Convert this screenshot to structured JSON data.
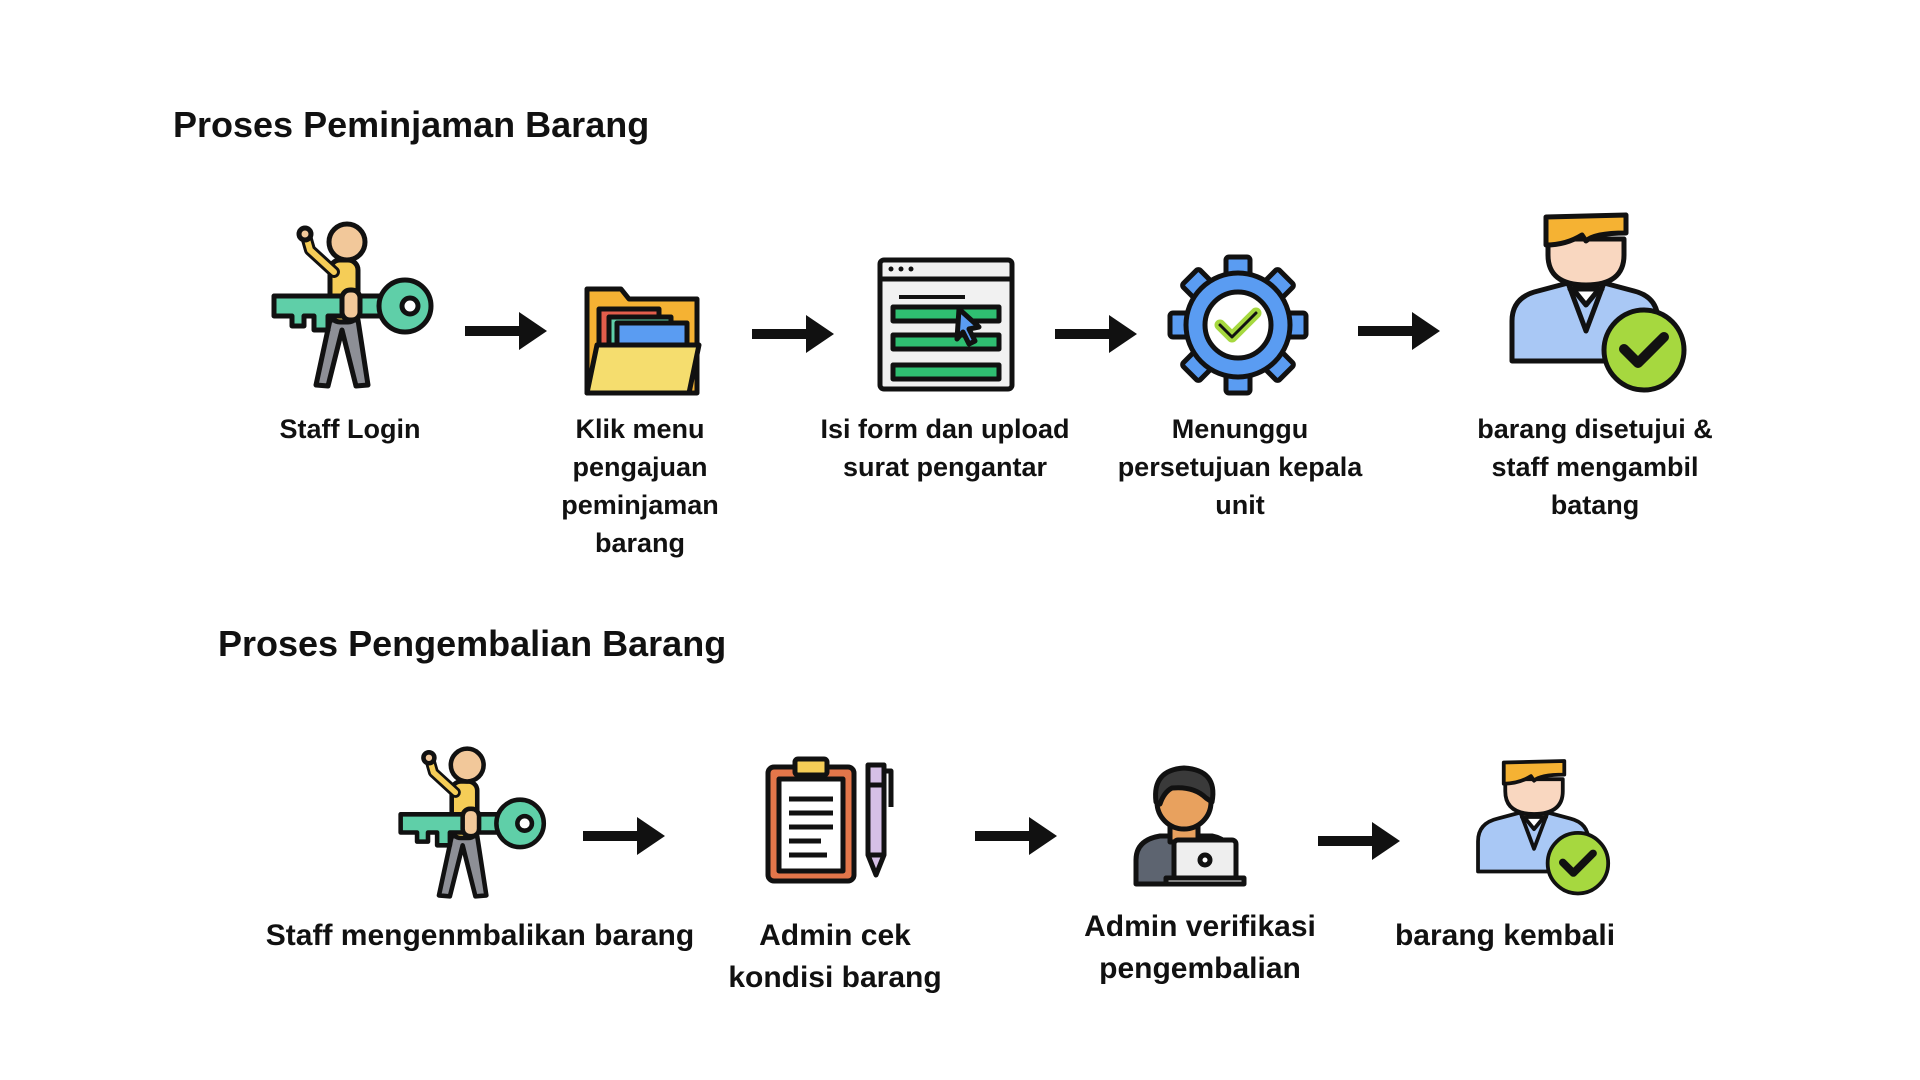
{
  "sections": {
    "borrow": {
      "title": "Proses Peminjaman Barang",
      "steps": [
        {
          "icon": "staff-key-icon",
          "label": "Staff Login"
        },
        {
          "icon": "folder-icon",
          "label": "Klik menu\npengajuan\npeminjaman\nbarang"
        },
        {
          "icon": "web-form-icon",
          "label": "Isi form dan upload\nsurat pengantar"
        },
        {
          "icon": "gear-check-icon",
          "label": "Menunggu\npersetujuan kepala\nunit"
        },
        {
          "icon": "approved-user-icon",
          "label": "barang disetujui &\nstaff mengambil\nbatang"
        }
      ]
    },
    "return": {
      "title": "Proses Pengembalian Barang",
      "steps": [
        {
          "icon": "staff-key-icon",
          "label": "Staff  mengenmbalikan barang"
        },
        {
          "icon": "clipboard-pen-icon",
          "label": "Admin cek\nkondisi barang"
        },
        {
          "icon": "admin-laptop-icon",
          "label": "Admin verifikasi\npengembalian"
        },
        {
          "icon": "approved-user-icon",
          "label": "barang kembali"
        }
      ]
    }
  },
  "colors": {
    "outline": "#111111",
    "skin": "#f2c89a",
    "yellow": "#f5cd57",
    "teal": "#5fcfa8",
    "gray": "#8d8f96",
    "green": "#2fbf71",
    "blue": "#5a9cf2",
    "lightblue": "#a9c8f5",
    "lime": "#a6d83f",
    "red": "#e25d4b",
    "orange": "#f5b233",
    "clipboard": "#e3764a",
    "lavender": "#d6c0e6"
  }
}
